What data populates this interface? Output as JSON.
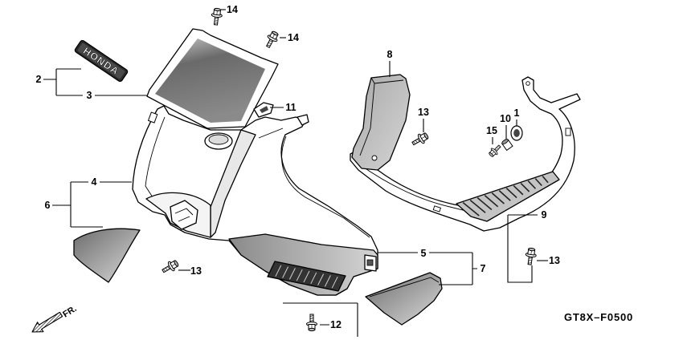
{
  "emblem": {
    "text": "HONDA"
  },
  "callouts": [
    "14",
    "14",
    "2",
    "3",
    "8",
    "11",
    "13",
    "10",
    "1",
    "15",
    "4",
    "6",
    "9",
    "5",
    "7",
    "13",
    "13",
    "12"
  ],
  "front_indicator": "FR.",
  "figure_code": "GT8X–F0500"
}
